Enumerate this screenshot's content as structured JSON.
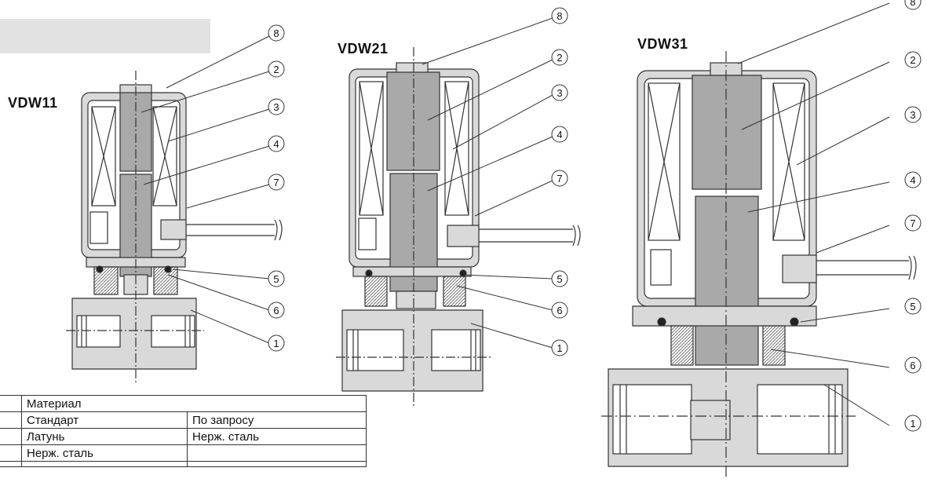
{
  "models": {
    "vdw11": "VDW11",
    "vdw21": "VDW21",
    "vdw31": "VDW31"
  },
  "part_numbers": [
    "1",
    "2",
    "3",
    "4",
    "5",
    "6",
    "7",
    "8"
  ],
  "table": {
    "header": "Материал",
    "col_standard": "Стандарт",
    "col_optional": "По запросу",
    "rows": [
      {
        "standard": "Латунь",
        "optional": "Нерж. сталь"
      },
      {
        "standard": "Нерж. сталь",
        "optional": ""
      }
    ]
  },
  "colors": {
    "body_fill": "#d9d9d9",
    "plunger_fill": "#a9a9a9",
    "outline": "#333333",
    "banner": "#e2e2e2"
  }
}
